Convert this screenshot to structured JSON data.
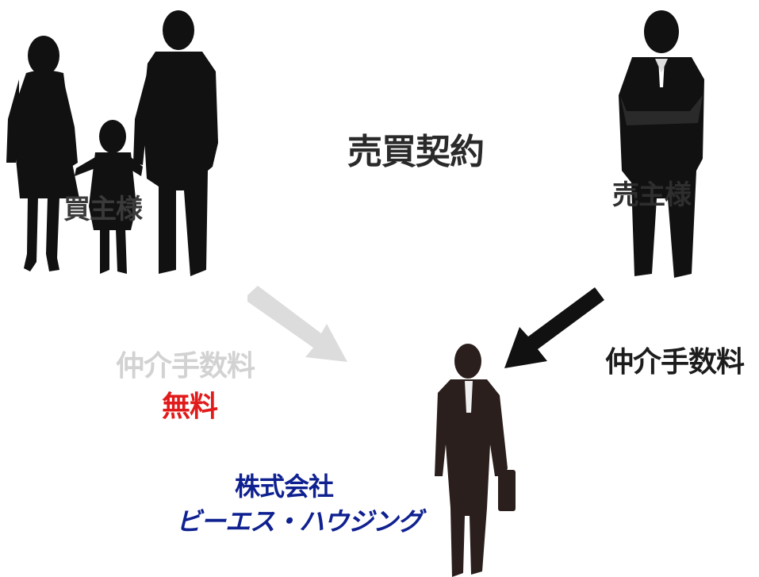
{
  "labels": {
    "contract": "売買契約",
    "buyer": "買主様",
    "seller": "売主様",
    "fee_left": "仲介手数料",
    "free": "無料",
    "fee_right": "仲介手数料",
    "company_line1": "株式会社",
    "company_line2": "ビーエス・ハウジング"
  },
  "colors": {
    "silhouette": "#111111",
    "arrow_dark": "#111111",
    "arrow_light": "#dcdcdc",
    "free_red": "#e11b1b",
    "company_blue": "#0f2190"
  },
  "icons": {
    "buyer_group": "family-silhouette-icon",
    "seller": "businessman-arms-crossed-icon",
    "agent": "businessman-with-briefcase-icon"
  }
}
